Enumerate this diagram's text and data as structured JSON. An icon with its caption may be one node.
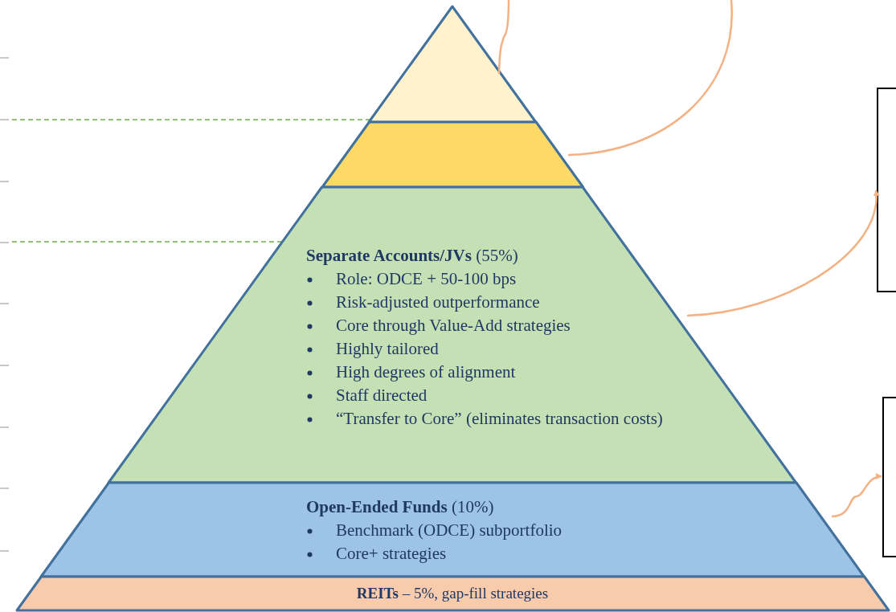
{
  "diagram": {
    "nodes": [
      {
        "text": [],
        "shape": "triangle"
      },
      {
        "text": [],
        "shape": "trapezoid"
      },
      {
        "text": [
          "**Separate Accounts/JVs** (55%)",
          "Role: ODCE + 50-100 bps",
          "Risk-adjusted outperformance",
          "Core through Value-Add strategies",
          "Highly tailored",
          "High degrees of alignment",
          "Staff directed",
          "“Transfer to Core” (eliminates transaction costs)"
        ]
      },
      {
        "text": [
          "**Open-Ended Funds** (10%)",
          "Benchmark (ODCE) subportfolio",
          "Core+ strategies"
        ]
      },
      {
        "text": [
          "**REITs** – 5%, gap-fill strategies"
        ]
      },
      {
        "text": [],
        "shape": "box"
      },
      {
        "text": [],
        "shape": "box"
      }
    ],
    "edges": [
      {
        "from": 0,
        "to": null,
        "arrow": "none"
      },
      {
        "from": 1,
        "to": null,
        "arrow": "none"
      },
      {
        "from": 2,
        "to": 5,
        "arrow": "to"
      },
      {
        "from": 3,
        "to": 6,
        "arrow": "to"
      }
    ]
  }
}
